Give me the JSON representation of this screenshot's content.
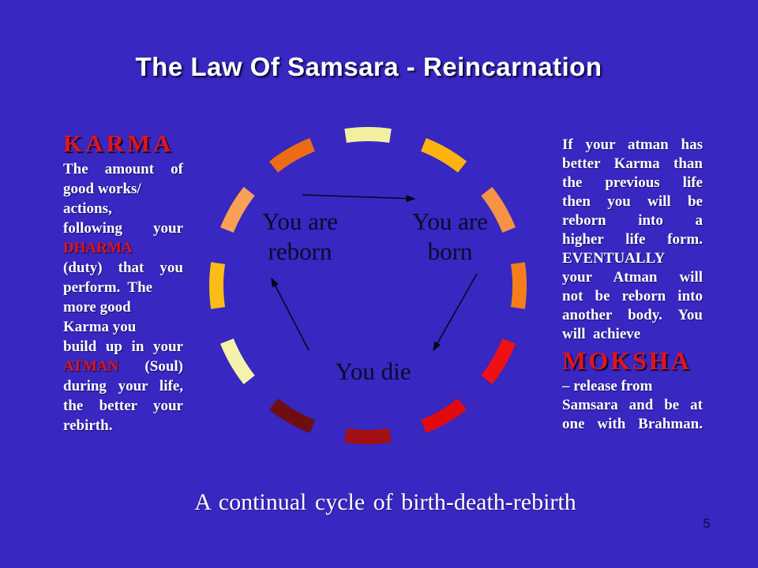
{
  "slide": {
    "title": "The Law Of Samsara - Reincarnation",
    "caption": "A continual cycle of birth-death-rebirth",
    "page_number": "5"
  },
  "colors": {
    "background": "#3827C0",
    "accent_red": "#E01519",
    "body_text": "#FFFFFF",
    "diagram_label": "#0A0A28"
  },
  "karma_panel": {
    "heading": "KARMA",
    "lines": [
      {
        "parts": [
          {
            "t": "The amount of"
          }
        ],
        "j": true
      },
      {
        "parts": [
          {
            "t": "good works/"
          }
        ]
      },
      {
        "parts": [
          {
            "t": "actions,"
          }
        ]
      },
      {
        "parts": [
          {
            "t": "following your"
          }
        ],
        "j": true
      },
      {
        "parts": [
          {
            "t": "DHARMA",
            "red": true
          }
        ]
      },
      {
        "parts": [
          {
            "t": "(duty) that you"
          }
        ],
        "j": true
      },
      {
        "parts": [
          {
            "t": "perform.  The"
          }
        ]
      },
      {
        "parts": [
          {
            "t": "more good"
          }
        ]
      },
      {
        "parts": [
          {
            "t": "Karma you"
          }
        ]
      },
      {
        "parts": [
          {
            "t": "build  up in your"
          }
        ],
        "j": true
      },
      {
        "parts": [
          {
            "t": "ATMAN",
            "red": true
          },
          {
            "t": " (Soul)"
          }
        ],
        "j": true
      },
      {
        "parts": [
          {
            "t": "during  your  life,"
          }
        ],
        "j": true
      },
      {
        "parts": [
          {
            "t": "the better your"
          }
        ],
        "j": true
      },
      {
        "parts": [
          {
            "t": "rebirth."
          }
        ]
      }
    ]
  },
  "moksha_panel": {
    "intro_lines": [
      {
        "parts": [
          {
            "t": "If your atman has"
          }
        ],
        "j": true
      },
      {
        "parts": [
          {
            "t": "better Karma than"
          }
        ],
        "j": true
      },
      {
        "parts": [
          {
            "t": "the previous life"
          }
        ],
        "j": true
      },
      {
        "parts": [
          {
            "t": "then you will  be"
          }
        ],
        "j": true
      },
      {
        "parts": [
          {
            "t": "reborn  into  a"
          }
        ],
        "j": true
      },
      {
        "parts": [
          {
            "t": "higher life form."
          }
        ],
        "j": true
      },
      {
        "parts": [
          {
            "t": "EVENTUALLY"
          }
        ]
      },
      {
        "parts": [
          {
            "t": "your Atman will"
          }
        ],
        "j": true
      },
      {
        "parts": [
          {
            "t": "not be reborn  into"
          }
        ],
        "j": true
      },
      {
        "parts": [
          {
            "t": "another body. You"
          }
        ],
        "j": true
      },
      {
        "parts": [
          {
            "t": "will  achieve"
          }
        ]
      }
    ],
    "heading": "MOKSHA",
    "outro_lines": [
      {
        "parts": [
          {
            "t": "– release from"
          }
        ]
      },
      {
        "parts": [
          {
            "t": "Samsara and be at"
          }
        ],
        "j": true
      },
      {
        "parts": [
          {
            "t": "one with  Brahman."
          }
        ],
        "j": true
      }
    ]
  },
  "diagram": {
    "born_label": {
      "lines": [
        "You are",
        "born"
      ]
    },
    "reborn_label": {
      "lines": [
        "You are",
        "reborn"
      ]
    },
    "die_label": {
      "lines": [
        "You die"
      ]
    },
    "arrows": [
      {
        "from": "reborn",
        "to": "born"
      },
      {
        "from": "born",
        "to": "die"
      },
      {
        "from": "die",
        "to": "reborn"
      }
    ],
    "ring_colors": [
      "#F2EFA0",
      "#FCB30F",
      "#F69245",
      "#F57D1A",
      "#EF1015",
      "#E00B0E",
      "#A31013",
      "#6F0E10",
      "#F5F2AC",
      "#FBBC16",
      "#F8A055",
      "#EC6C15"
    ]
  }
}
